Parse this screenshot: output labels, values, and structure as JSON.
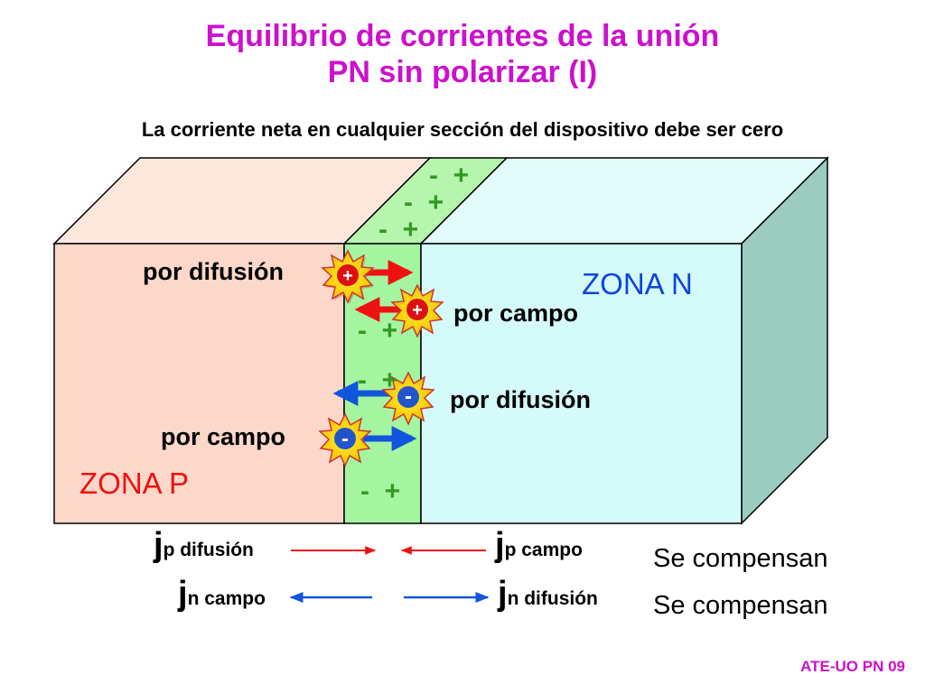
{
  "title": {
    "line1": "Equilibrio de corrientes de la unión",
    "line2": "PN sin polarizar (I)"
  },
  "subtitle": "La corriente neta en cualquier sección del dispositivo debe ser cero",
  "zones": {
    "p": {
      "label": "ZONA P",
      "color": "#ee1111"
    },
    "n": {
      "label": "ZONA N",
      "color": "#1144dd"
    }
  },
  "junction_signs": {
    "minus": "-",
    "plus": "+"
  },
  "carriers": {
    "hole_symbol": "+",
    "electron_symbol": "-"
  },
  "labels": {
    "p_diffusion": "por difusión",
    "p_field": "por campo",
    "n_diffusion": "por difusión",
    "n_field": "por campo"
  },
  "currents": {
    "row1": {
      "left_main": "j",
      "left_sub": "p difusión",
      "right_main": "j",
      "right_sub": "p campo",
      "note": "Se compensan"
    },
    "row2": {
      "left_main": "j",
      "left_sub": "n campo",
      "right_main": "j",
      "right_sub": "n difusión",
      "note": "Se compensan"
    }
  },
  "colors": {
    "p_face": "#fcd8ca",
    "p_top": "#fde6dc",
    "junction": "#a5f5a0",
    "n_face": "#d4fafa",
    "n_side": "#9cccc0",
    "hole_arrow": "#ee1111",
    "electron_arrow": "#1155dd",
    "sign_color": "#339922"
  },
  "footer": "ATE-UO PN 09"
}
